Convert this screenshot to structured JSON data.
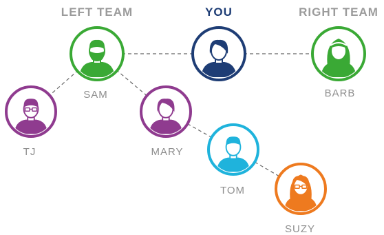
{
  "headers": {
    "left_team": "LEFT TEAM",
    "you": "YOU",
    "right_team": "RIGHT TEAM"
  },
  "people": {
    "you": {
      "name": "",
      "color": "#1e3d75",
      "avatar": "woman-short-hair-icon"
    },
    "sam": {
      "name": "SAM",
      "color": "#3aa935",
      "avatar": "man-bearded-icon"
    },
    "barb": {
      "name": "BARB",
      "color": "#3aa935",
      "avatar": "woman-headband-icon"
    },
    "tj": {
      "name": "TJ",
      "color": "#8f3b8f",
      "avatar": "man-glasses-icon"
    },
    "mary": {
      "name": "MARY",
      "color": "#8f3b8f",
      "avatar": "woman-short-hair-icon"
    },
    "tom": {
      "name": "TOM",
      "color": "#1fb3dc",
      "avatar": "man-short-hair-icon"
    },
    "suzy": {
      "name": "SUZY",
      "color": "#ee7a1f",
      "avatar": "woman-long-hair-glasses-icon"
    }
  },
  "links": [
    [
      "sam",
      "you"
    ],
    [
      "you",
      "barb"
    ],
    [
      "sam",
      "tj"
    ],
    [
      "sam",
      "mary"
    ],
    [
      "mary",
      "tom"
    ],
    [
      "tom",
      "suzy"
    ]
  ]
}
